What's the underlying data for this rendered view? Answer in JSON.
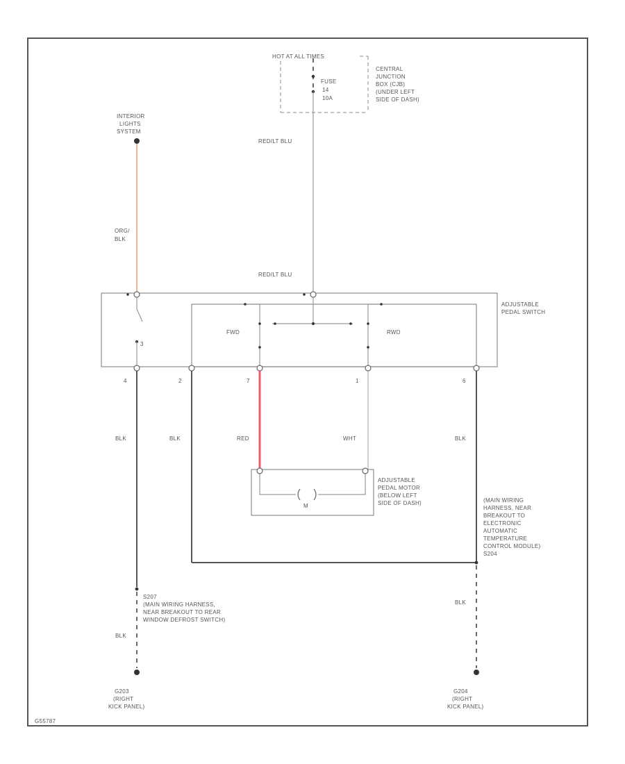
{
  "hot_label": "HOT AT ALL TIMES",
  "fuse_block": {
    "fuse_lines": [
      "FUSE",
      "14",
      "10A"
    ],
    "junction_lines": [
      "CENTRAL",
      "JUNCTION",
      "BOX (CJB)",
      "(UNDER LEFT",
      "SIDE OF DASH)"
    ]
  },
  "interior_lights": [
    "INTERIOR",
    "LIGHTS",
    "SYSTEM"
  ],
  "wire_colors": {
    "top_red_blu": "RED/LT BLU",
    "mid_red_blu": "RED/LT BLU",
    "org_blk_1": "ORG/",
    "org_blk_2": "BLK",
    "pin4_blk": "BLK",
    "pin2_blk": "BLK",
    "pin7_red": "RED",
    "pin1_wht": "WHT",
    "pin6_blk": "BLK",
    "ground_right_blk": "BLK",
    "ground_left_blk": "BLK"
  },
  "switch": {
    "name_lines": [
      "ADJUSTABLE",
      "PEDAL SWITCH"
    ],
    "fwd": "FWD",
    "rwd": "RWD",
    "pin_3": "3",
    "pins": [
      "4",
      "2",
      "7",
      "1",
      "6"
    ]
  },
  "motor": {
    "name_lines": [
      "ADJUSTABLE",
      "PEDAL MOTOR",
      "(BELOW LEFT",
      "SIDE OF DASH)"
    ],
    "m": "M"
  },
  "splice_right": [
    "(MAIN WIRING",
    "HARNESS, NEAR",
    "BREAKOUT TO",
    "ELECTRONIC",
    "AUTOMATIC",
    "TEMPERATURE",
    "CONTROL MODULE)",
    "S204"
  ],
  "splice_left": [
    "S207",
    "(MAIN WIRING HARNESS,",
    "NEAR BREAKOUT TO REAR",
    "WINDOW DEFROST SWITCH)"
  ],
  "ground_left": [
    "G203",
    "(RIGHT",
    "KICK PANEL)"
  ],
  "ground_right": [
    "G204",
    "(RIGHT",
    "KICK PANEL)"
  ],
  "footer_code": "G55787",
  "colors": {
    "red_wire": "#f05a6a",
    "org_wire": "#e8b898",
    "ink": "#555555"
  }
}
